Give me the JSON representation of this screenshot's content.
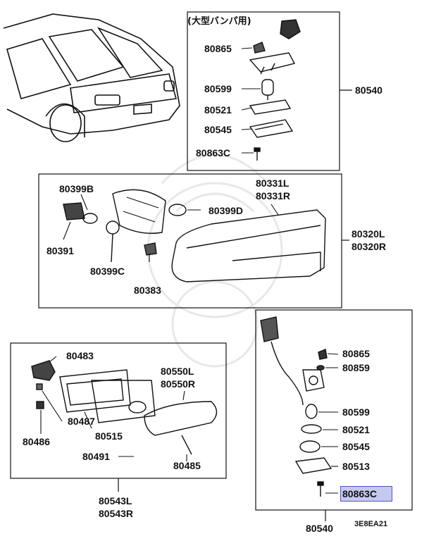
{
  "diagram": {
    "bumper_note": "(大型バンパ用)",
    "labels": {
      "p80865_top": "80865",
      "p80599_top": "80599",
      "p80521_top": "80521",
      "p80545_top": "80545",
      "p80863c_top": "80863C",
      "p80540_top": "80540",
      "p80399b": "80399B",
      "p80391": "80391",
      "p80399c": "80399C",
      "p80383": "80383",
      "p80399d": "80399D",
      "p80331l": "80331L",
      "p80331r": "80331R",
      "p80320l": "80320L",
      "p80320r": "80320R",
      "p80483": "80483",
      "p80487": "80487",
      "p80486": "80486",
      "p80515": "80515",
      "p80491": "80491",
      "p80550l": "80550L",
      "p80550r": "80550R",
      "p80485": "80485",
      "p80543l": "80543L",
      "p80543r": "80543R",
      "p80865_bot": "80865",
      "p80859": "80859",
      "p80599_bot": "80599",
      "p80521_bot": "80521",
      "p80545_bot": "80545",
      "p80513": "80513",
      "p80863c_bot": "80863C",
      "p80540_bot": "80540"
    },
    "figure_code": "3E8EA21",
    "highlight_color": "#c6c9ee"
  }
}
